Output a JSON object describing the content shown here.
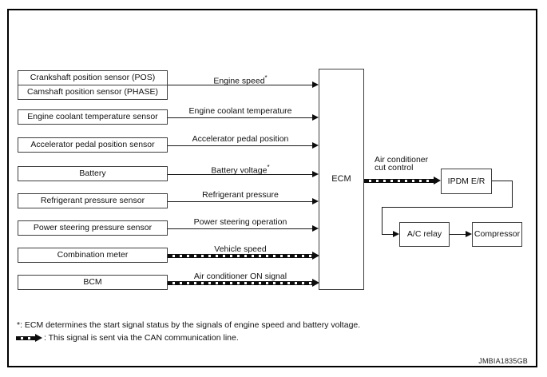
{
  "diagram": {
    "sources": [
      {
        "box_line1": "Crankshaft position sensor (POS)",
        "box_line2": "Camshaft position sensor (PHASE)",
        "signal": "Engine speed",
        "signal_note": "*",
        "via_can": false
      },
      {
        "box": "Engine coolant temperature sensor",
        "signal": "Engine coolant temperature",
        "via_can": false
      },
      {
        "box": "Accelerator pedal position sensor",
        "signal": "Accelerator pedal position",
        "via_can": false
      },
      {
        "box": "Battery",
        "signal": "Battery voltage",
        "signal_note": "*",
        "via_can": false
      },
      {
        "box": "Refrigerant pressure sensor",
        "signal": "Refrigerant pressure",
        "via_can": false
      },
      {
        "box": "Power steering pressure sensor",
        "signal": "Power steering operation",
        "via_can": false
      },
      {
        "box": "Combination meter",
        "signal": "Vehicle speed",
        "via_can": true
      },
      {
        "box": "BCM",
        "signal": "Air conditioner ON signal",
        "via_can": true
      }
    ],
    "ecm": {
      "label": "ECM"
    },
    "output": {
      "label_line1": "Air conditioner",
      "label_line2": "cut control",
      "via_can": true
    },
    "ipdm": {
      "label": "IPDM E/R"
    },
    "ac_relay": {
      "label": "A/C relay"
    },
    "compressor": {
      "label": "Compressor"
    },
    "footnotes": {
      "asterisk": "*: ECM determines the start signal status by the signals of engine speed and battery voltage.",
      "can_legend": ": This signal is sent via the CAN communication line."
    },
    "watermark": "JMBIA1835GB",
    "colors": {
      "line": "#1a1a1a",
      "box_border": "#3f3f3f",
      "background": "#ffffff"
    }
  }
}
